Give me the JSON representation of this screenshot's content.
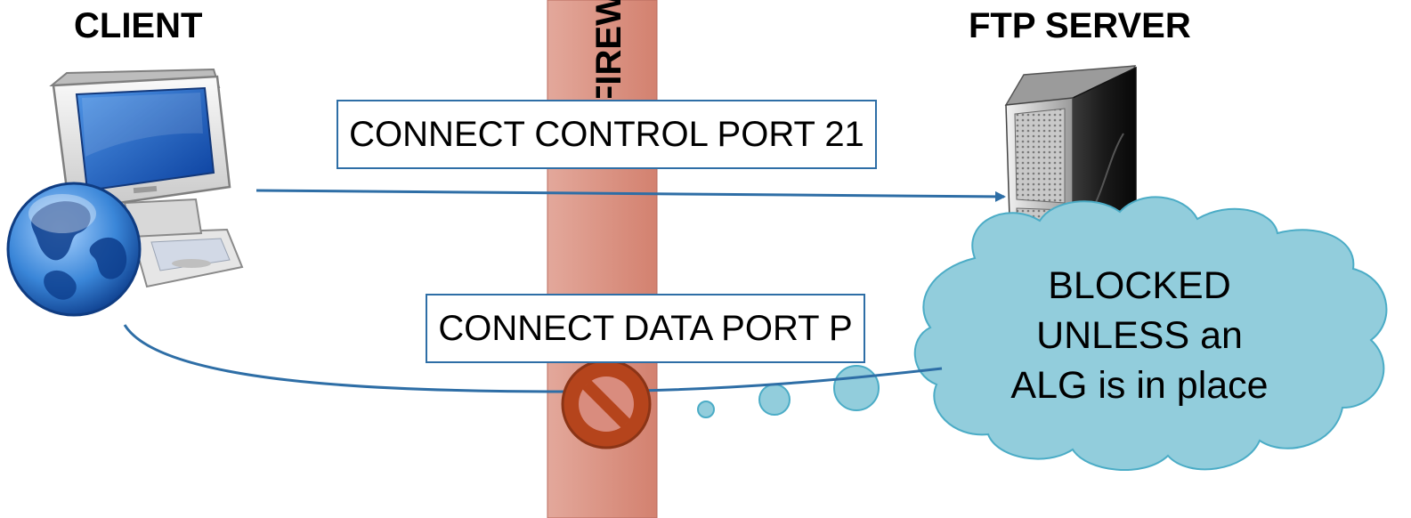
{
  "client": {
    "title": "CLIENT"
  },
  "server": {
    "title": "FTP SERVER"
  },
  "firewall": {
    "label": "FIREWALL"
  },
  "control_connection": {
    "label": "CONNECT CONTROL PORT 21"
  },
  "data_connection": {
    "label": "CONNECT DATA PORT P"
  },
  "cloud": {
    "lines": [
      "BLOCKED",
      "UNLESS an",
      "ALG is in place"
    ]
  },
  "colors": {
    "firewall": "#d98c7e",
    "arrow": "#2e6ea6",
    "cloud_fill": "#92cddc",
    "cloud_stroke": "#4bacc6",
    "blocked_sign": "#b5441c"
  },
  "icons": [
    "computer-icon",
    "globe-icon",
    "server-icon",
    "no-entry-icon"
  ]
}
